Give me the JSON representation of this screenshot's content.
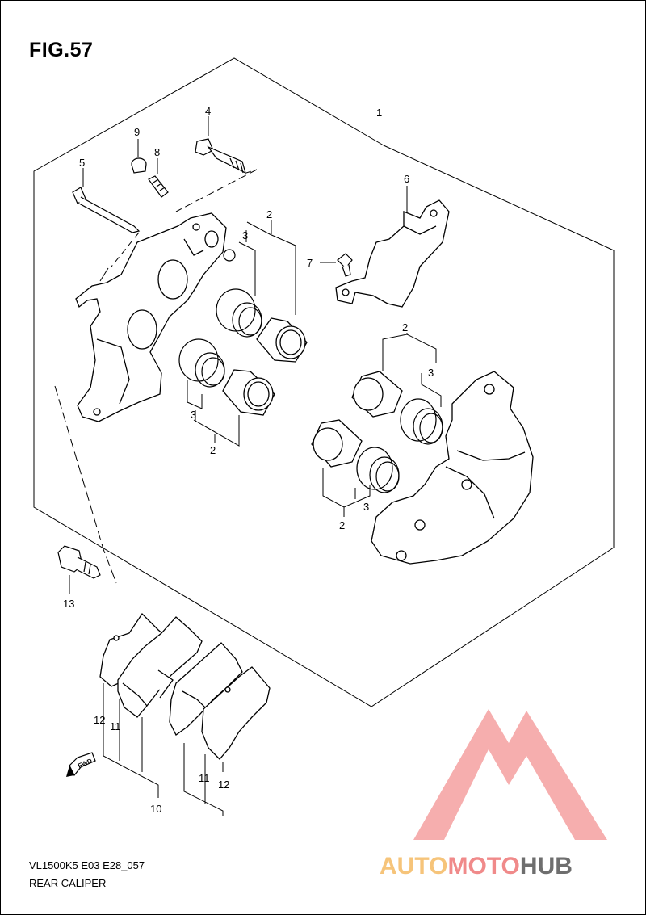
{
  "figure": {
    "title": "FIG.57"
  },
  "footer": {
    "model_code": "VL1500K5 E03 E28_057",
    "caption": "REAR CALIPER"
  },
  "callouts": [
    "1",
    "2",
    "2",
    "2",
    "2",
    "3",
    "3",
    "3",
    "3",
    "4",
    "5",
    "6",
    "7",
    "8",
    "9",
    "10",
    "11",
    "11",
    "12",
    "12",
    "13"
  ],
  "fwd_marker": "FWD",
  "watermark": {
    "part1": "AUTO",
    "part2": "MOTO",
    "part3": "HUB",
    "colors": {
      "auto": "#f6c47a",
      "moto": "#f08a8a",
      "hub": "#6e6e6e",
      "logo": "#f5a0a0"
    }
  }
}
